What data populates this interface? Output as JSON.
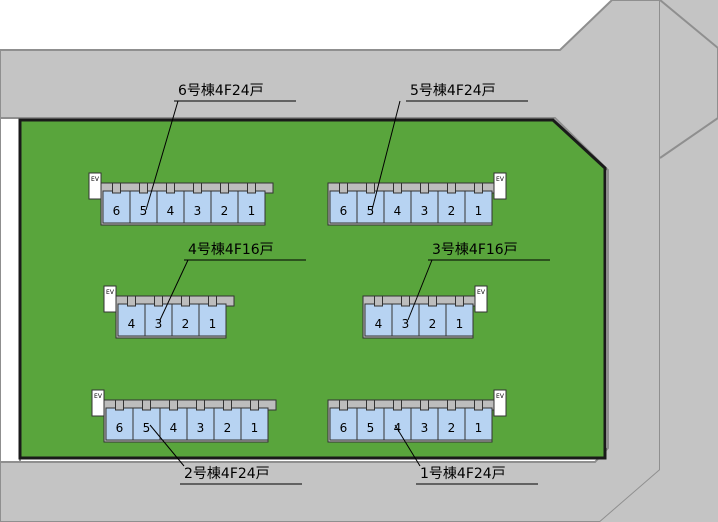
{
  "map": {
    "colors": {
      "road": "#c4c4c4",
      "road_edge": "#8f8f8f",
      "site": "#59a53c",
      "site_border": "#1a1a1a",
      "corridor": "#bdbdbd",
      "unit_fill": "#b7d3f2",
      "unit_stroke": "#333333",
      "leader": "#000000"
    },
    "ev_label": "EV",
    "buildings": [
      {
        "id": "6",
        "label": "6号棟4F24戸",
        "units": [
          "6",
          "5",
          "4",
          "3",
          "2",
          "1"
        ],
        "ev_side": "left",
        "label_side": "top"
      },
      {
        "id": "5",
        "label": "5号棟4F24戸",
        "units": [
          "6",
          "5",
          "4",
          "3",
          "2",
          "1"
        ],
        "ev_side": "right",
        "label_side": "top"
      },
      {
        "id": "4",
        "label": "4号棟4F16戸",
        "units": [
          "4",
          "3",
          "2",
          "1"
        ],
        "ev_side": "left",
        "label_side": "top"
      },
      {
        "id": "3",
        "label": "3号棟4F16戸",
        "units": [
          "4",
          "3",
          "2",
          "1"
        ],
        "ev_side": "right",
        "label_side": "top"
      },
      {
        "id": "2",
        "label": "2号棟4F24戸",
        "units": [
          "6",
          "5",
          "4",
          "3",
          "2",
          "1"
        ],
        "ev_side": "left",
        "label_side": "bottom"
      },
      {
        "id": "1",
        "label": "1号棟4F24戸",
        "units": [
          "6",
          "5",
          "4",
          "3",
          "2",
          "1"
        ],
        "ev_side": "right",
        "label_side": "bottom"
      }
    ]
  }
}
